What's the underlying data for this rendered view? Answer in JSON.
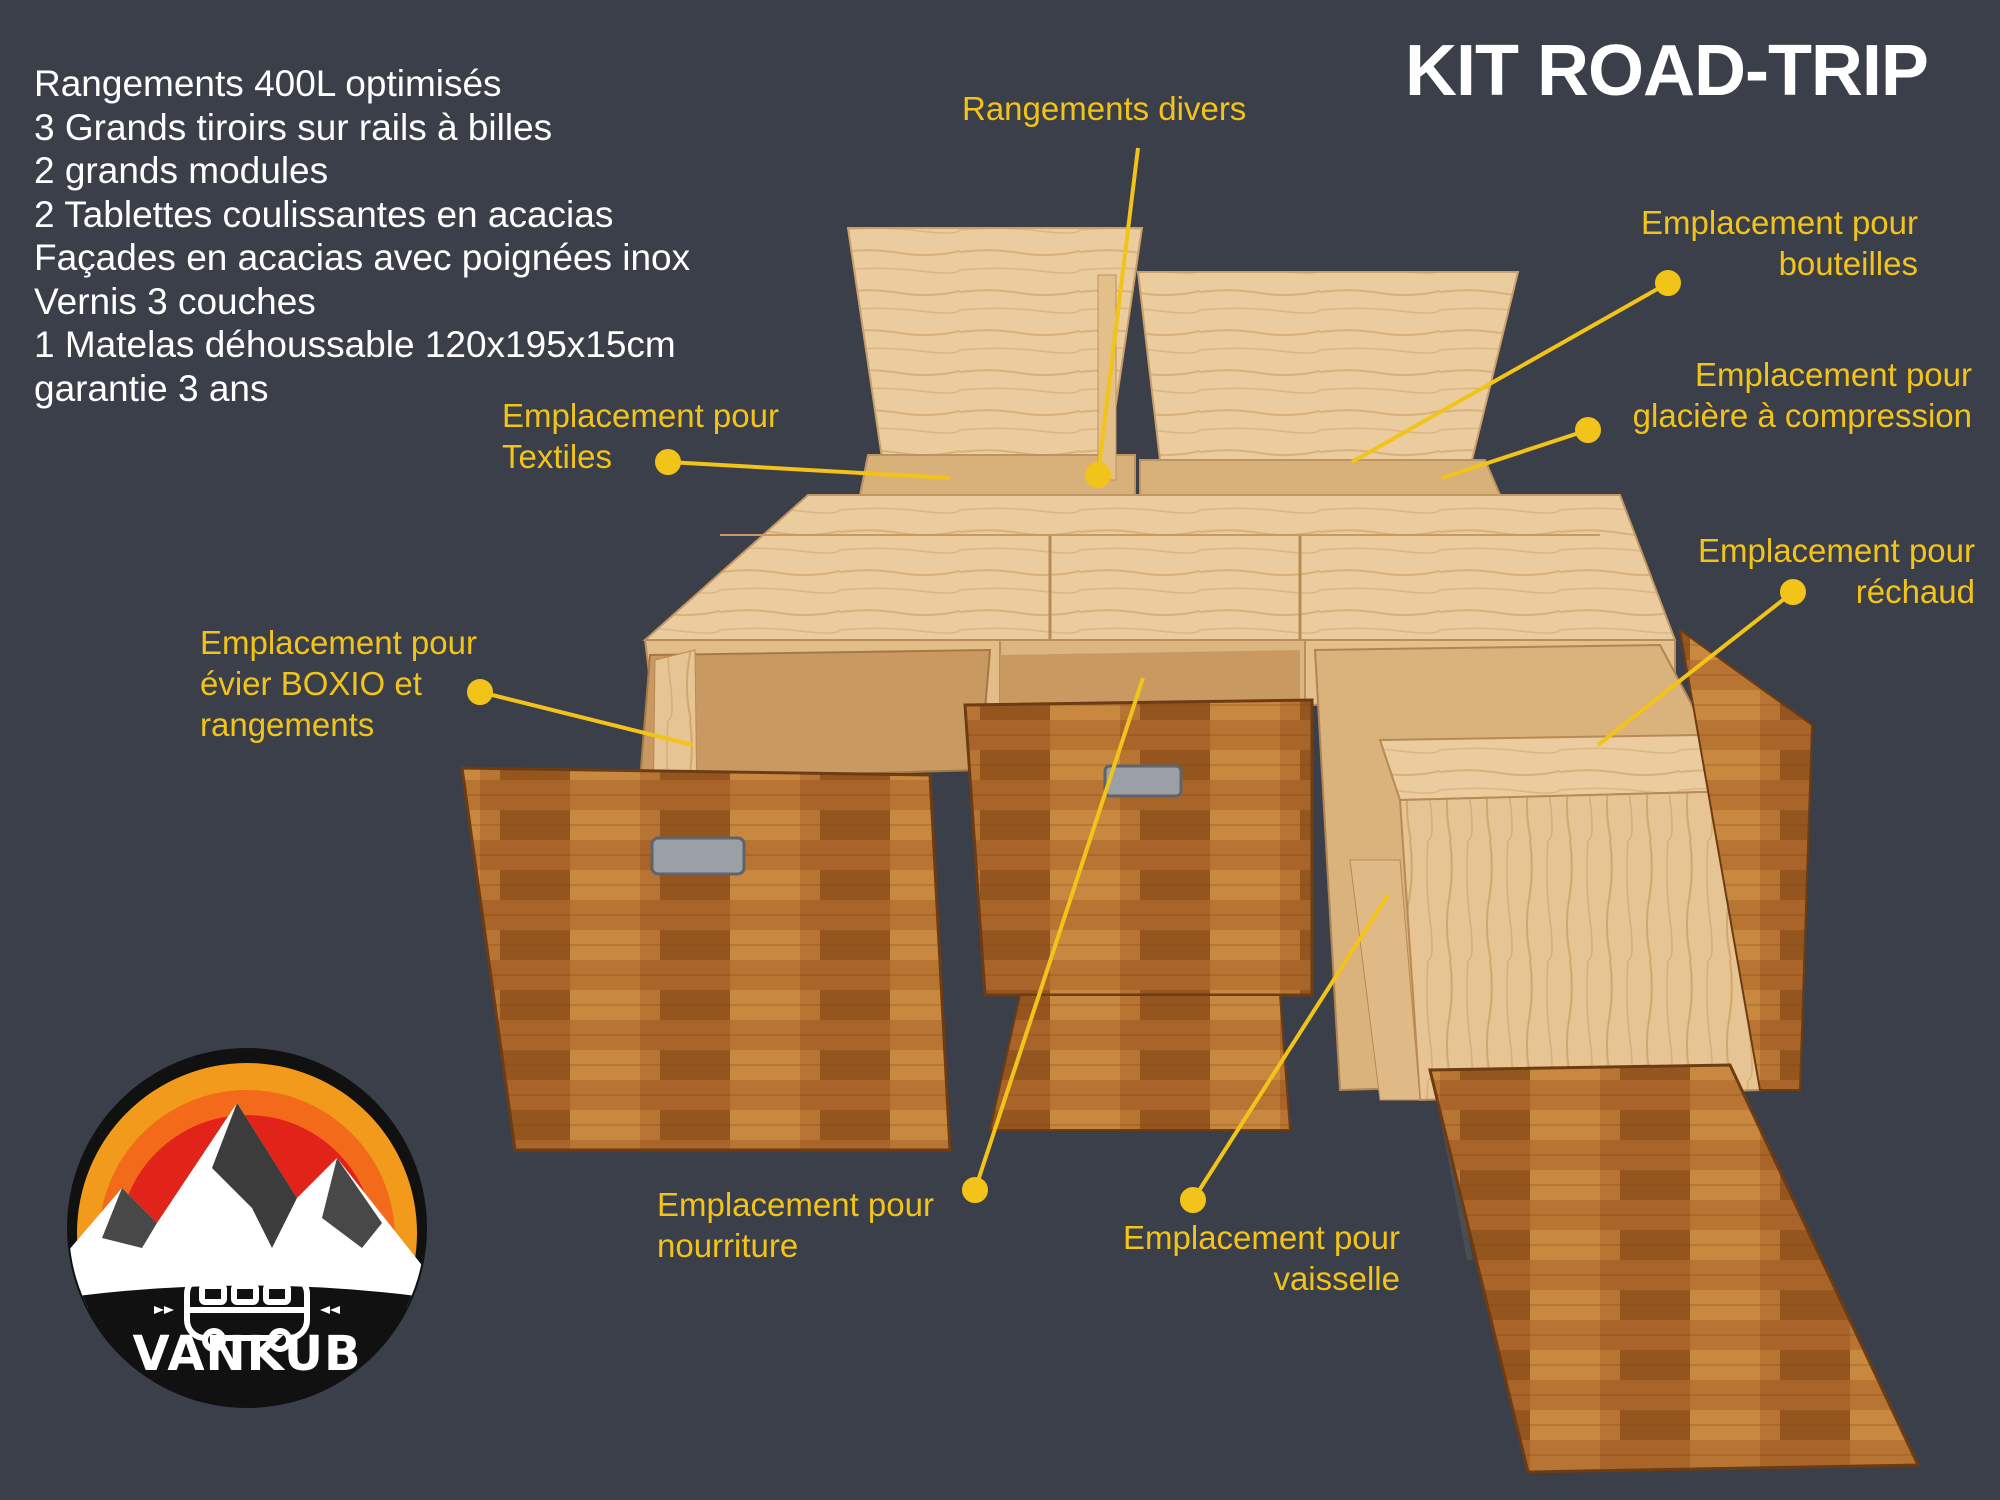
{
  "title": "KIT ROAD-TRIP",
  "features": [
    "Rangements 400L optimisés",
    "3 Grands tiroirs sur rails à billes",
    "2 grands modules",
    "2 Tablettes coulissantes en acacias",
    "Façades en acacias avec poignées inox",
    "Vernis 3 couches",
    "1 Matelas déhoussable 120x195x15cm",
    "garantie 3 ans"
  ],
  "callouts": {
    "divers": [
      "Rangements divers"
    ],
    "bouteilles": [
      "Emplacement pour",
      "bouteilles"
    ],
    "glaciere": [
      "Emplacement pour",
      "glacière à compression"
    ],
    "textiles": [
      "Emplacement pour",
      "Textiles"
    ],
    "rechaud": [
      "Emplacement pour",
      "réchaud"
    ],
    "evier": [
      "Emplacement pour",
      "évier BOXIO et",
      "rangements"
    ],
    "nourriture": [
      "Emplacement pour",
      "nourriture"
    ],
    "vaisselle": [
      "Emplacement pour",
      "vaisselle"
    ]
  },
  "brand": "VANKUB",
  "colors": {
    "background": "#3b3f4a",
    "accent": "#f2c318",
    "pine": "#e9c99a",
    "acacia": "#b9752f",
    "text": "#ffffff"
  }
}
